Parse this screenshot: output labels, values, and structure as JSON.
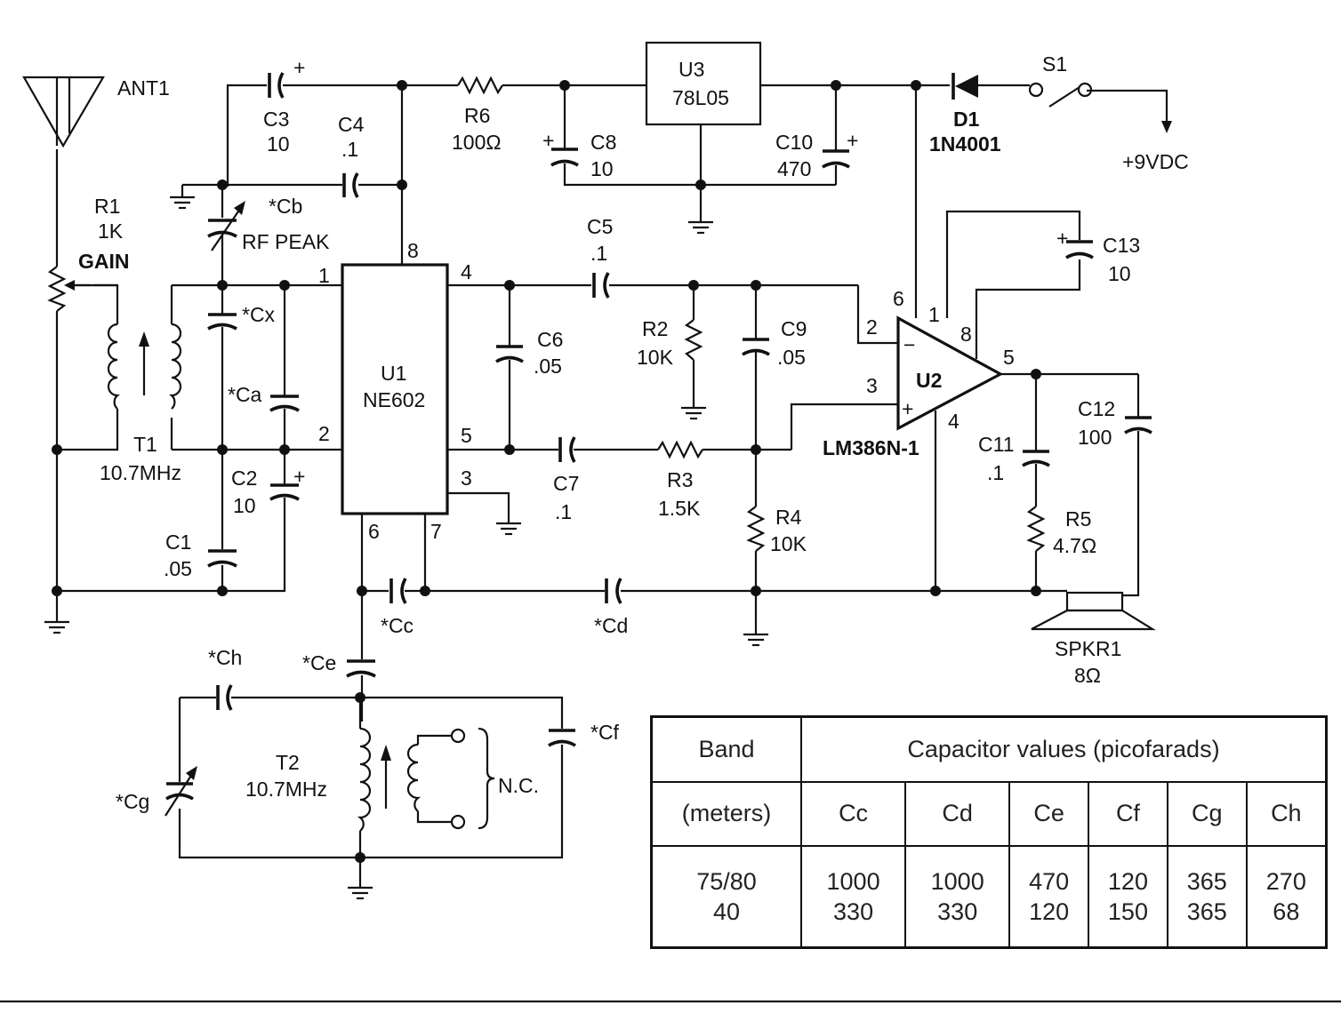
{
  "labels": {
    "ant1": "ANT1",
    "r1": "R1",
    "r1v": "1K",
    "gain": "GAIN",
    "c3": "C3",
    "c3v": "10",
    "c4": "C4",
    "c4v": ".1",
    "cb": "*Cb",
    "rfpeak": "RF PEAK",
    "r6": "R6",
    "r6v": "100Ω",
    "u3": "U3",
    "u3v": "78L05",
    "c8": "C8",
    "c8v": "10",
    "c10": "C10",
    "c10v": "470",
    "d1": "D1",
    "d1v": "1N4001",
    "s1": "S1",
    "vdc": "+9VDC",
    "c5": "C5",
    "c5v": ".1",
    "c13": "C13",
    "c13v": "10",
    "cx": "*Cx",
    "ca": "*Ca",
    "t1": "T1",
    "t1v": "10.7MHz",
    "c2": "C2",
    "c2v": "10",
    "c1": "C1",
    "c1v": ".05",
    "u1": "U1",
    "u1v": "NE602",
    "c6": "C6",
    "c6v": ".05",
    "r2": "R2",
    "r2v": "10K",
    "c9": "C9",
    "c9v": ".05",
    "c7": "C7",
    "c7v": ".1",
    "r3": "R3",
    "r3v": "1.5K",
    "r4": "R4",
    "r4v": "10K",
    "u2": "U2",
    "u2v": "LM386N-1",
    "c11": "C11",
    "c11v": ".1",
    "c12": "C12",
    "c12v": "100",
    "r5": "R5",
    "r5v": "4.7Ω",
    "spkr": "SPKR1",
    "spkrv": "8Ω",
    "cc": "*Cc",
    "cd": "*Cd",
    "ce": "*Ce",
    "ch": "*Ch",
    "cf": "*Cf",
    "cg": "*Cg",
    "t2": "T2",
    "t2v": "10.7MHz",
    "nc": "N.C."
  },
  "pins": {
    "u1_8": "8",
    "u1_1": "1",
    "u1_2": "2",
    "u1_4": "4",
    "u1_5": "5",
    "u1_3": "3",
    "u1_6": "6",
    "u1_7": "7",
    "u2_6": "6",
    "u2_1": "1",
    "u2_8": "8",
    "u2_2": "2",
    "u2_3": "3",
    "u2_5": "5",
    "u2_4": "4",
    "minus": "−",
    "plus": "+"
  },
  "polarity": "+",
  "table": {
    "band_header": "Band",
    "band_unit": "(meters)",
    "cap_header": "Capacitor values (picofarads)",
    "columns": [
      "Cc",
      "Cd",
      "Ce",
      "Cf",
      "Cg",
      "Ch"
    ],
    "bands": [
      "75/80",
      "40"
    ],
    "values": [
      [
        "1000",
        "1000",
        "470",
        "120",
        "365",
        "270"
      ],
      [
        "330",
        "330",
        "120",
        "150",
        "365",
        "68"
      ]
    ]
  }
}
